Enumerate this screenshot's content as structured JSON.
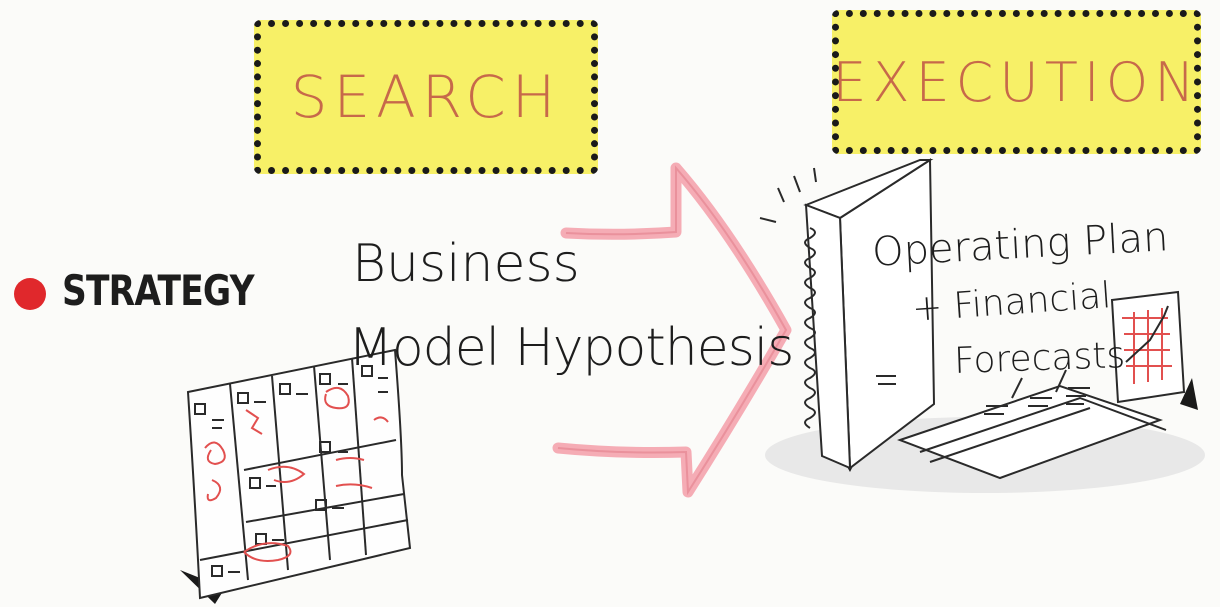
{
  "labels": {
    "search": "SEARCH",
    "execution": "EXECUTION"
  },
  "strategy": {
    "label": "STRATEGY"
  },
  "hypothesis": {
    "line1": "Business",
    "line2": "Model Hypothesis"
  },
  "operating_plan": {
    "line1": "Operating Plan",
    "line2": "+ Financial",
    "line3": "Forecasts"
  },
  "colors": {
    "label_fill": "#f7f067",
    "label_text": "#c7694a",
    "arrow": "#f4a3ad",
    "strategy_dot": "#e0282c"
  }
}
